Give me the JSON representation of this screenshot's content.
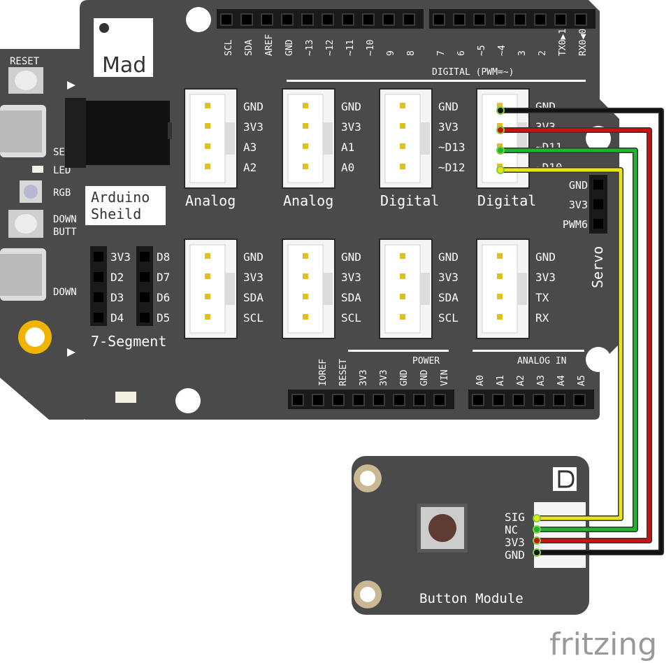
{
  "brand": {
    "logo_text": "Mad",
    "watermark": "fritzing"
  },
  "shield": {
    "title_line1": "Arduino",
    "title_line2": "Sheild",
    "digital_header_label": "DIGITAL (PWM=~)",
    "power_label": "POWER",
    "analog_in_label": "ANALOG IN",
    "top_pins_left": [
      "SCL",
      "SDA",
      "AREF",
      "GND",
      "~13",
      "~12",
      "~11",
      "~10",
      "9",
      "8"
    ],
    "top_pins_right": [
      "7",
      "6",
      "~5",
      "~4",
      "3",
      "2",
      "TX0▶1",
      "RX0◀0"
    ],
    "power_pins": [
      "IOREF",
      "RESET",
      "3V3",
      "3V3",
      "GND",
      "GND",
      "VIN"
    ],
    "analog_pins": [
      "A0",
      "A1",
      "A2",
      "A3",
      "A4",
      "A5"
    ],
    "connectors_top": [
      {
        "name": "Analog",
        "pins": [
          "GND",
          "3V3",
          "A3",
          "A2"
        ]
      },
      {
        "name": "Analog",
        "pins": [
          "GND",
          "3V3",
          "A1",
          "A0"
        ]
      },
      {
        "name": "Digital",
        "pins": [
          "GND",
          "3V3",
          "~D13",
          "~D12"
        ]
      },
      {
        "name": "Digital",
        "pins": [
          "GND",
          "3V3",
          "~D11",
          "~D10"
        ]
      }
    ],
    "connectors_bottom": [
      {
        "pins": [
          "GND",
          "3V3",
          "SDA",
          "SCL"
        ]
      },
      {
        "pins": [
          "GND",
          "3V3",
          "SDA",
          "SCL"
        ]
      },
      {
        "pins": [
          "GND",
          "3V3",
          "SDA",
          "SCL"
        ]
      },
      {
        "pins": [
          "GND",
          "3V3",
          "TX",
          "RX"
        ]
      }
    ],
    "servo": {
      "label": "Servo",
      "pins": [
        "GND",
        "3V3",
        "PWM6"
      ]
    },
    "seven_segment": {
      "label": "7-Segment",
      "left_pins": [
        "3V3",
        "D2",
        "D3",
        "D4"
      ],
      "right_pins": [
        "D8",
        "D7",
        "D6",
        "D5"
      ]
    }
  },
  "left_board": {
    "reset_label": "RESET",
    "labels": [
      "SE",
      "LED",
      "RGB",
      "DOWN",
      "BUTT",
      "DOWN"
    ]
  },
  "button_module": {
    "title": "Button Module",
    "pins": [
      "SIG",
      "NC",
      "3V3",
      "GND"
    ]
  },
  "wire_colors": {
    "sig": "#e9e51c",
    "nc": "#22b330",
    "v33": "#cc1111",
    "gnd": "#111111"
  },
  "colors": {
    "board": "#4a4a4a",
    "silk": "#ffffff",
    "header": "#1a1a1a",
    "connector": "#f4f4f4"
  }
}
